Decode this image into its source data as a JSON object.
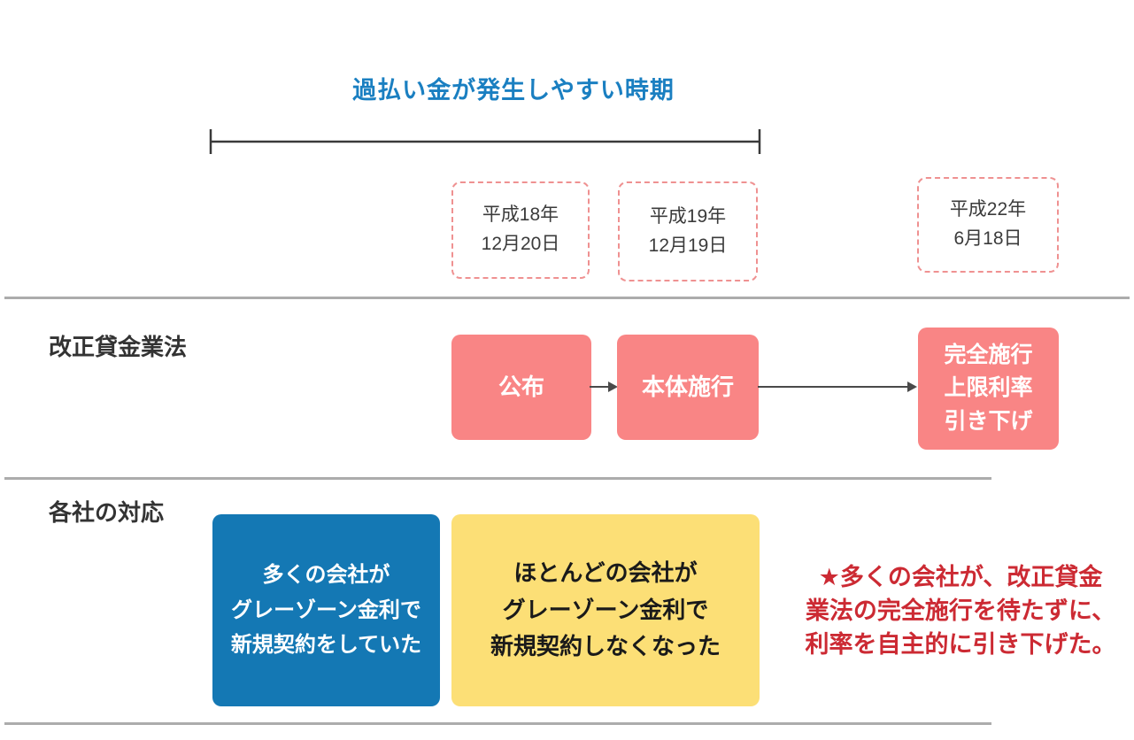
{
  "title": "過払い金が発生しやすい時期",
  "timeline": {
    "dates": [
      {
        "line1": "平成18年",
        "line2": "12月20日"
      },
      {
        "line1": "平成19年",
        "line2": "12月19日"
      },
      {
        "line1": "平成22年",
        "line2": "6月18日"
      }
    ]
  },
  "law_row": {
    "label": "改正貸金業法",
    "step1": "公布",
    "step2": "本体施行",
    "step3_lines": [
      "完全施行",
      "上限利率",
      "引き下げ"
    ]
  },
  "company_row": {
    "label": "各社の対応",
    "blue_box_lines": [
      "多くの会社が",
      "グレーゾーン金利で",
      "新規契約をしていた"
    ],
    "yellow_box_lines": [
      "ほとんどの会社が",
      "グレーゾーン金利で",
      "新規契約しなくなった"
    ],
    "note_lines": [
      "★多くの会社が、改正貸金",
      "業法の完全施行を待たずに、",
      "利率を自主的に引き下げた。"
    ]
  },
  "colors": {
    "title_blue": "#1a7fc1",
    "step_pink": "#f98585",
    "box_blue": "#1478b4",
    "box_yellow": "#fcdf76",
    "note_red": "#cc2a33",
    "dashed_border": "#ef9191",
    "divider_gray": "#acacac"
  }
}
